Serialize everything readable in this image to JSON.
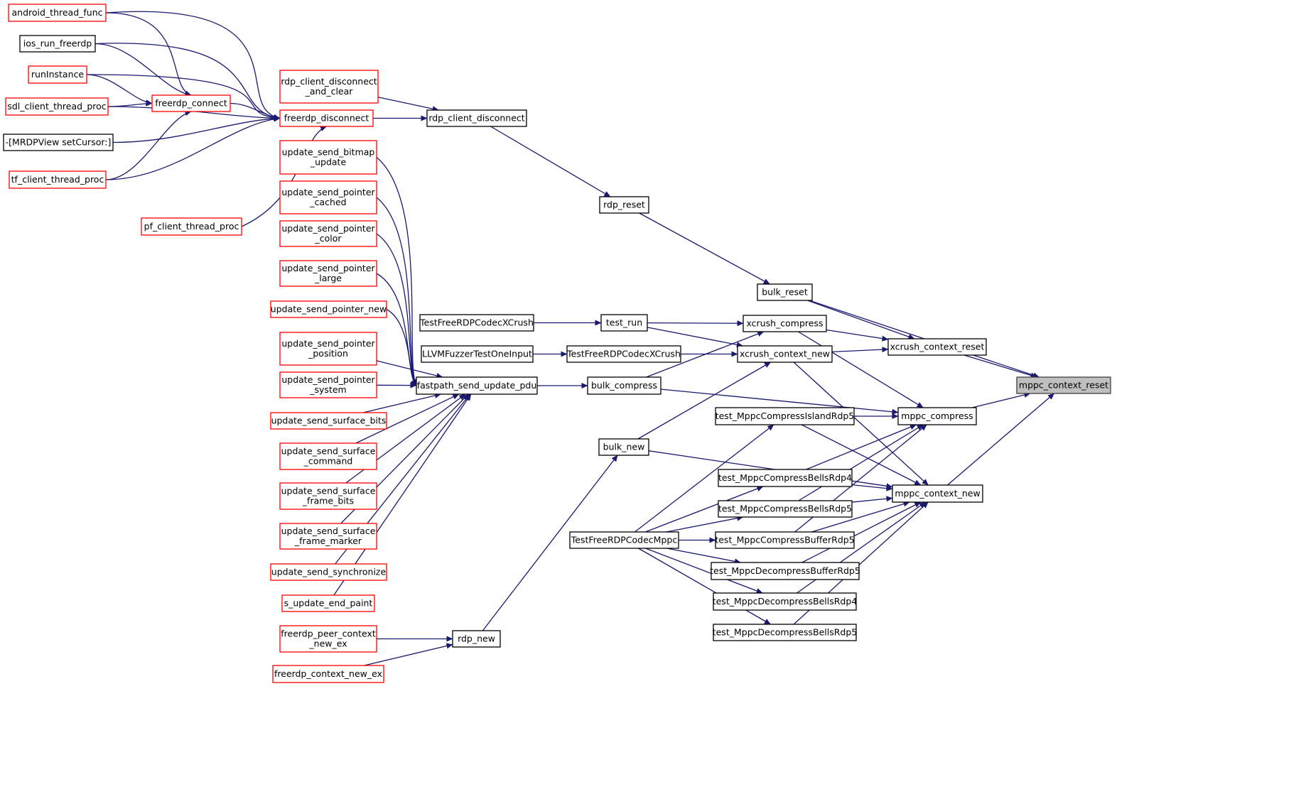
{
  "colors": {
    "edge": "#191970",
    "red_border": "#ff0000",
    "black_border": "#000000",
    "highlight_fill": "#bfbfbf",
    "background": "#ffffff"
  },
  "nodes": [
    {
      "id": "android_thread_func",
      "lines": [
        "android_thread_func"
      ],
      "style": "red"
    },
    {
      "id": "ios_run_freerdp",
      "lines": [
        "ios_run_freerdp"
      ],
      "style": "black"
    },
    {
      "id": "runInstance",
      "lines": [
        "runInstance"
      ],
      "style": "red"
    },
    {
      "id": "sdl_client_thread_proc",
      "lines": [
        "sdl_client_thread_proc"
      ],
      "style": "red"
    },
    {
      "id": "mrdpview",
      "lines": [
        "-[MRDPView setCursor:]"
      ],
      "style": "black"
    },
    {
      "id": "tf_client_thread_proc",
      "lines": [
        "tf_client_thread_proc"
      ],
      "style": "red"
    },
    {
      "id": "pf_client_thread_proc",
      "lines": [
        "pf_client_thread_proc"
      ],
      "style": "red"
    },
    {
      "id": "freerdp_connect",
      "lines": [
        "freerdp_connect"
      ],
      "style": "red"
    },
    {
      "id": "rdp_client_disconnect_and_clear",
      "lines": [
        "rdp_client_disconnect",
        "_and_clear"
      ],
      "style": "red"
    },
    {
      "id": "freerdp_disconnect",
      "lines": [
        "freerdp_disconnect"
      ],
      "style": "red"
    },
    {
      "id": "rdp_client_disconnect",
      "lines": [
        "rdp_client_disconnect"
      ],
      "style": "black"
    },
    {
      "id": "update_send_bitmap_update",
      "lines": [
        "update_send_bitmap",
        "_update"
      ],
      "style": "red"
    },
    {
      "id": "update_send_pointer_cached",
      "lines": [
        "update_send_pointer",
        "_cached"
      ],
      "style": "red"
    },
    {
      "id": "update_send_pointer_color",
      "lines": [
        "update_send_pointer",
        "_color"
      ],
      "style": "red"
    },
    {
      "id": "update_send_pointer_large",
      "lines": [
        "update_send_pointer",
        "_large"
      ],
      "style": "red"
    },
    {
      "id": "update_send_pointer_new",
      "lines": [
        "update_send_pointer_new"
      ],
      "style": "red"
    },
    {
      "id": "update_send_pointer_position",
      "lines": [
        "update_send_pointer",
        "_position"
      ],
      "style": "red"
    },
    {
      "id": "update_send_pointer_system",
      "lines": [
        "update_send_pointer",
        "_system"
      ],
      "style": "red"
    },
    {
      "id": "update_send_surface_bits",
      "lines": [
        "update_send_surface_bits"
      ],
      "style": "red"
    },
    {
      "id": "update_send_surface_command",
      "lines": [
        "update_send_surface",
        "_command"
      ],
      "style": "red"
    },
    {
      "id": "update_send_surface_frame_bits",
      "lines": [
        "update_send_surface",
        "_frame_bits"
      ],
      "style": "red"
    },
    {
      "id": "update_send_surface_frame_marker",
      "lines": [
        "update_send_surface",
        "_frame_marker"
      ],
      "style": "red"
    },
    {
      "id": "update_send_synchronize",
      "lines": [
        "update_send_synchronize"
      ],
      "style": "red"
    },
    {
      "id": "s_update_end_paint",
      "lines": [
        "s_update_end_paint"
      ],
      "style": "red"
    },
    {
      "id": "freerdp_peer_context_new_ex",
      "lines": [
        "freerdp_peer_context",
        "_new_ex"
      ],
      "style": "red"
    },
    {
      "id": "freerdp_context_new_ex",
      "lines": [
        "freerdp_context_new_ex"
      ],
      "style": "red"
    },
    {
      "id": "TestFreeRDPCodecXCrush_a",
      "lines": [
        "TestFreeRDPCodecXCrush"
      ],
      "style": "black"
    },
    {
      "id": "LLVMFuzzerTestOneInput",
      "lines": [
        "LLVMFuzzerTestOneInput"
      ],
      "style": "black"
    },
    {
      "id": "fastpath_send_update_pdu",
      "lines": [
        "fastpath_send_update_pdu"
      ],
      "style": "black"
    },
    {
      "id": "rdp_new",
      "lines": [
        "rdp_new"
      ],
      "style": "black"
    },
    {
      "id": "rdp_reset",
      "lines": [
        "rdp_reset"
      ],
      "style": "black"
    },
    {
      "id": "test_run",
      "lines": [
        "test_run"
      ],
      "style": "black"
    },
    {
      "id": "TestFreeRDPCodecXCrush_b",
      "lines": [
        "TestFreeRDPCodecXCrush"
      ],
      "style": "black"
    },
    {
      "id": "bulk_compress",
      "lines": [
        "bulk_compress"
      ],
      "style": "black"
    },
    {
      "id": "bulk_new",
      "lines": [
        "bulk_new"
      ],
      "style": "black"
    },
    {
      "id": "TestFreeRDPCodecMppc",
      "lines": [
        "TestFreeRDPCodecMppc"
      ],
      "style": "black"
    },
    {
      "id": "bulk_reset",
      "lines": [
        "bulk_reset"
      ],
      "style": "black"
    },
    {
      "id": "xcrush_compress",
      "lines": [
        "xcrush_compress"
      ],
      "style": "black"
    },
    {
      "id": "xcrush_context_new",
      "lines": [
        "xcrush_context_new"
      ],
      "style": "black"
    },
    {
      "id": "test_MppcCompressIslandRdp5",
      "lines": [
        "test_MppcCompressIslandRdp5"
      ],
      "style": "black"
    },
    {
      "id": "test_MppcCompressBellsRdp4",
      "lines": [
        "test_MppcCompressBellsRdp4"
      ],
      "style": "black"
    },
    {
      "id": "test_MppcCompressBellsRdp5",
      "lines": [
        "test_MppcCompressBellsRdp5"
      ],
      "style": "black"
    },
    {
      "id": "test_MppcCompressBufferRdp5",
      "lines": [
        "test_MppcCompressBufferRdp5"
      ],
      "style": "black"
    },
    {
      "id": "test_MppcDecompressBufferRdp5",
      "lines": [
        "test_MppcDecompressBufferRdp5"
      ],
      "style": "black"
    },
    {
      "id": "test_MppcDecompressBellsRdp4",
      "lines": [
        "test_MppcDecompressBellsRdp4"
      ],
      "style": "black"
    },
    {
      "id": "test_MppcDecompressBellsRdp5",
      "lines": [
        "test_MppcDecompressBellsRdp5"
      ],
      "style": "black"
    },
    {
      "id": "xcrush_context_reset",
      "lines": [
        "xcrush_context_reset"
      ],
      "style": "black"
    },
    {
      "id": "mppc_compress",
      "lines": [
        "mppc_compress"
      ],
      "style": "black"
    },
    {
      "id": "mppc_context_new",
      "lines": [
        "mppc_context_new"
      ],
      "style": "black"
    },
    {
      "id": "mppc_context_reset",
      "lines": [
        "mppc_context_reset"
      ],
      "style": "highlight"
    }
  ],
  "edges": [
    [
      "android_thread_func",
      "freerdp_connect"
    ],
    [
      "android_thread_func",
      "freerdp_disconnect"
    ],
    [
      "ios_run_freerdp",
      "freerdp_connect"
    ],
    [
      "ios_run_freerdp",
      "freerdp_disconnect"
    ],
    [
      "runInstance",
      "freerdp_connect"
    ],
    [
      "runInstance",
      "freerdp_disconnect"
    ],
    [
      "sdl_client_thread_proc",
      "freerdp_connect"
    ],
    [
      "sdl_client_thread_proc",
      "freerdp_disconnect"
    ],
    [
      "mrdpview",
      "freerdp_disconnect"
    ],
    [
      "tf_client_thread_proc",
      "freerdp_connect"
    ],
    [
      "tf_client_thread_proc",
      "freerdp_disconnect"
    ],
    [
      "pf_client_thread_proc",
      "freerdp_disconnect"
    ],
    [
      "freerdp_connect",
      "freerdp_disconnect"
    ],
    [
      "freerdp_disconnect",
      "rdp_client_disconnect"
    ],
    [
      "rdp_client_disconnect_and_clear",
      "rdp_client_disconnect"
    ],
    [
      "rdp_client_disconnect",
      "rdp_reset"
    ],
    [
      "rdp_reset",
      "bulk_reset"
    ],
    [
      "bulk_reset",
      "mppc_context_reset"
    ],
    [
      "update_send_bitmap_update",
      "fastpath_send_update_pdu"
    ],
    [
      "update_send_pointer_cached",
      "fastpath_send_update_pdu"
    ],
    [
      "update_send_pointer_color",
      "fastpath_send_update_pdu"
    ],
    [
      "update_send_pointer_large",
      "fastpath_send_update_pdu"
    ],
    [
      "update_send_pointer_new",
      "fastpath_send_update_pdu"
    ],
    [
      "update_send_pointer_position",
      "fastpath_send_update_pdu"
    ],
    [
      "update_send_pointer_system",
      "fastpath_send_update_pdu"
    ],
    [
      "update_send_surface_bits",
      "fastpath_send_update_pdu"
    ],
    [
      "update_send_surface_command",
      "fastpath_send_update_pdu"
    ],
    [
      "update_send_surface_frame_bits",
      "fastpath_send_update_pdu"
    ],
    [
      "update_send_surface_frame_marker",
      "fastpath_send_update_pdu"
    ],
    [
      "update_send_synchronize",
      "fastpath_send_update_pdu"
    ],
    [
      "s_update_end_paint",
      "fastpath_send_update_pdu"
    ],
    [
      "fastpath_send_update_pdu",
      "bulk_compress"
    ],
    [
      "freerdp_peer_context_new_ex",
      "rdp_new"
    ],
    [
      "freerdp_context_new_ex",
      "rdp_new"
    ],
    [
      "rdp_new",
      "bulk_new"
    ],
    [
      "TestFreeRDPCodecXCrush_a",
      "test_run"
    ],
    [
      "LLVMFuzzerTestOneInput",
      "TestFreeRDPCodecXCrush_b"
    ],
    [
      "test_run",
      "xcrush_compress"
    ],
    [
      "test_run",
      "xcrush_context_new"
    ],
    [
      "TestFreeRDPCodecXCrush_b",
      "xcrush_context_new"
    ],
    [
      "bulk_compress",
      "xcrush_compress"
    ],
    [
      "bulk_compress",
      "mppc_compress"
    ],
    [
      "bulk_new",
      "xcrush_context_new"
    ],
    [
      "bulk_new",
      "mppc_context_new"
    ],
    [
      "bulk_reset",
      "xcrush_context_reset"
    ],
    [
      "xcrush_compress",
      "mppc_compress"
    ],
    [
      "xcrush_compress",
      "xcrush_context_reset"
    ],
    [
      "xcrush_context_new",
      "xcrush_context_reset"
    ],
    [
      "xcrush_context_new",
      "mppc_context_new"
    ],
    [
      "xcrush_context_reset",
      "mppc_context_reset"
    ],
    [
      "TestFreeRDPCodecMppc",
      "test_MppcCompressIslandRdp5"
    ],
    [
      "TestFreeRDPCodecMppc",
      "test_MppcCompressBellsRdp4"
    ],
    [
      "TestFreeRDPCodecMppc",
      "test_MppcCompressBellsRdp5"
    ],
    [
      "TestFreeRDPCodecMppc",
      "test_MppcCompressBufferRdp5"
    ],
    [
      "TestFreeRDPCodecMppc",
      "test_MppcDecompressBufferRdp5"
    ],
    [
      "TestFreeRDPCodecMppc",
      "test_MppcDecompressBellsRdp4"
    ],
    [
      "TestFreeRDPCodecMppc",
      "test_MppcDecompressBellsRdp5"
    ],
    [
      "test_MppcCompressIslandRdp5",
      "mppc_compress"
    ],
    [
      "test_MppcCompressIslandRdp5",
      "mppc_context_new"
    ],
    [
      "test_MppcCompressBellsRdp4",
      "mppc_compress"
    ],
    [
      "test_MppcCompressBellsRdp4",
      "mppc_context_new"
    ],
    [
      "test_MppcCompressBellsRdp5",
      "mppc_compress"
    ],
    [
      "test_MppcCompressBellsRdp5",
      "mppc_context_new"
    ],
    [
      "test_MppcCompressBufferRdp5",
      "mppc_compress"
    ],
    [
      "test_MppcCompressBufferRdp5",
      "mppc_context_new"
    ],
    [
      "test_MppcDecompressBufferRdp5",
      "mppc_context_new"
    ],
    [
      "test_MppcDecompressBellsRdp4",
      "mppc_context_new"
    ],
    [
      "test_MppcDecompressBellsRdp5",
      "mppc_context_new"
    ],
    [
      "mppc_compress",
      "mppc_context_reset"
    ],
    [
      "mppc_context_new",
      "mppc_context_reset"
    ]
  ]
}
